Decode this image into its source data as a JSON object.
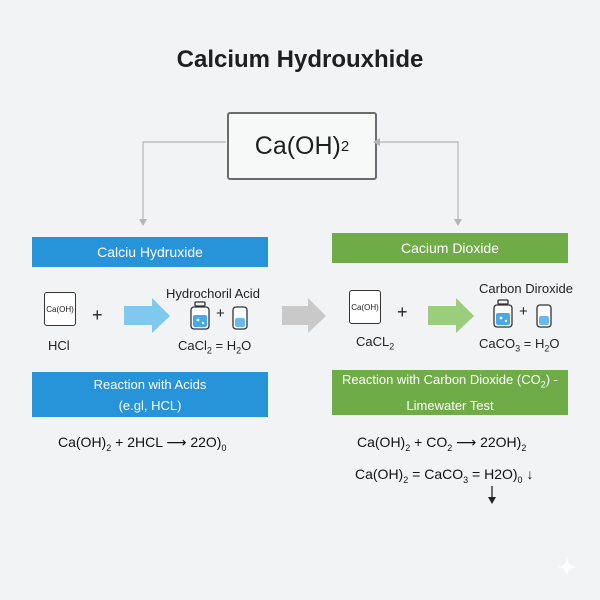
{
  "title": "Calcium Hydrouxhide",
  "central_formula": {
    "base": "Ca(OH)",
    "sub": "2"
  },
  "left": {
    "header": "Calciu Hydruxide",
    "box_label": "Ca(OH)",
    "plus": "+",
    "reagent_label": "Hydrochoril Acid",
    "under_box": "HCl",
    "product": {
      "a": "CaCl",
      "a_sub": "2",
      "b": " = H",
      "b_sub": "2",
      "c": "O"
    },
    "panel_line1": "Reaction with Acids",
    "panel_line2": "(e.gl, HCL)",
    "equation": {
      "p1": "Ca(OH)",
      "s1": "2",
      "p2": " + 2HCL ⟶ 2",
      "p3": "2O)",
      "s3": "0"
    }
  },
  "right": {
    "header": "Cacium Dioxide",
    "box_label": "Ca(OH)",
    "plus": "+",
    "reagent_label": "Carbon Diroxide",
    "under_box": {
      "a": "CaCL",
      "a_sub": "2"
    },
    "product": {
      "a": "CaCO",
      "a_sub": "3",
      "b": " = H",
      "b_sub": "2",
      "c": "O"
    },
    "panel_line1": "Reaction with Carbon Dioxide (CO",
    "panel_line1_sub": "2",
    "panel_line1_end": ") -",
    "panel_line2": "Limewater Test",
    "equation1": {
      "p1": "Ca(OH)",
      "s1": "2",
      "p2": " + CO",
      "s2": "2",
      "p3": " ⟶ 2",
      "p4": "2OH)",
      "s4": "2"
    },
    "equation2": {
      "p1": "Ca(OH)",
      "s1": "2",
      "p2": " = CaCO",
      "s2": "3",
      "p3": " = H",
      "p4": "2O)",
      "s4": "0",
      "p5": " ↓"
    }
  },
  "colors": {
    "blue": "#2793d8",
    "green": "#6fac47",
    "arrow_blue": "#7fc8ee",
    "arrow_green": "#9bce7c",
    "arrow_gray": "#c9c9c9"
  },
  "icons": [
    "beaker-icon",
    "test-tube-icon",
    "sparkle-icon"
  ]
}
